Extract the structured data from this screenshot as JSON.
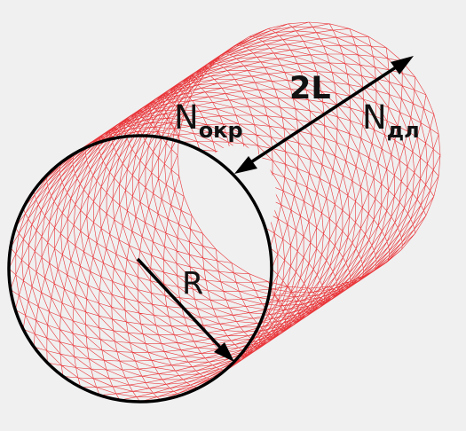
{
  "labels": {
    "circumferential_main": "N",
    "circumferential_sub": "окр",
    "length": "2L",
    "longitudinal_main": "N",
    "longitudinal_sub": "дл",
    "radius": "R"
  },
  "colors": {
    "background": "#f0f0f0",
    "mesh": "#e8161b",
    "node": "#7a1540",
    "outline": "#000000",
    "arrow": "#000000"
  },
  "mesh": {
    "circumferential_divisions": 40,
    "longitudinal_divisions": 26
  }
}
